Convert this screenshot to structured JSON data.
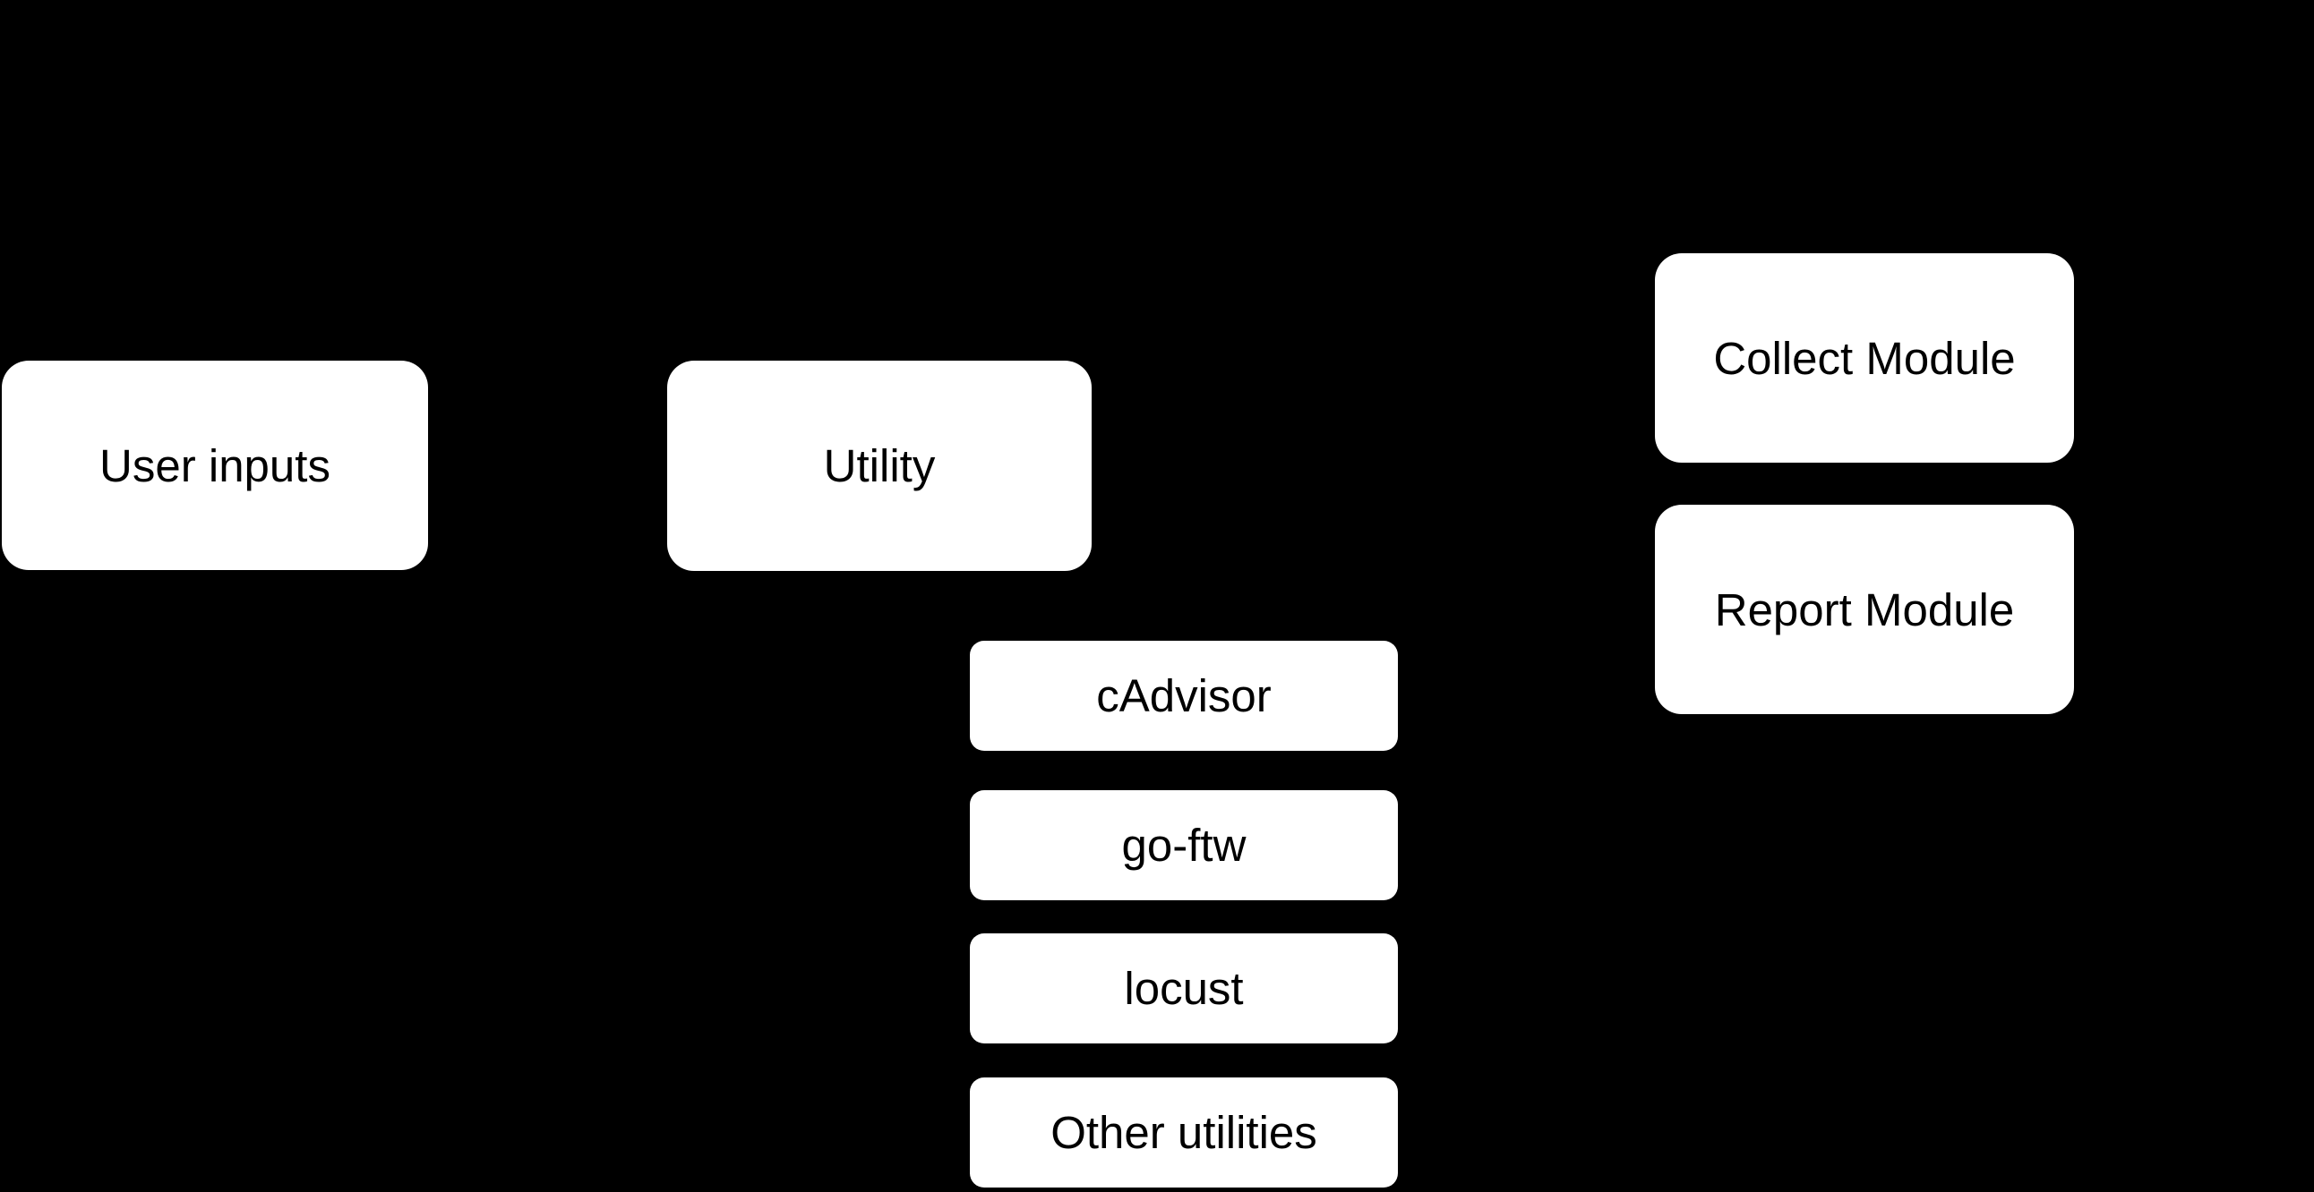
{
  "diagram": {
    "background_color": "#000000",
    "node_fill_color": "#ffffff",
    "node_text_color": "#000000",
    "nodes": [
      {
        "id": "user-inputs",
        "label": "User inputs"
      },
      {
        "id": "utility",
        "label": "Utility"
      },
      {
        "id": "collect-module",
        "label": "Collect Module"
      },
      {
        "id": "report-module",
        "label": "Report Module"
      },
      {
        "id": "cadvisor",
        "label": "cAdvisor"
      },
      {
        "id": "go-ftw",
        "label": "go-ftw"
      },
      {
        "id": "locust",
        "label": "locust"
      },
      {
        "id": "other-utilities",
        "label": "Other utilities"
      }
    ]
  }
}
